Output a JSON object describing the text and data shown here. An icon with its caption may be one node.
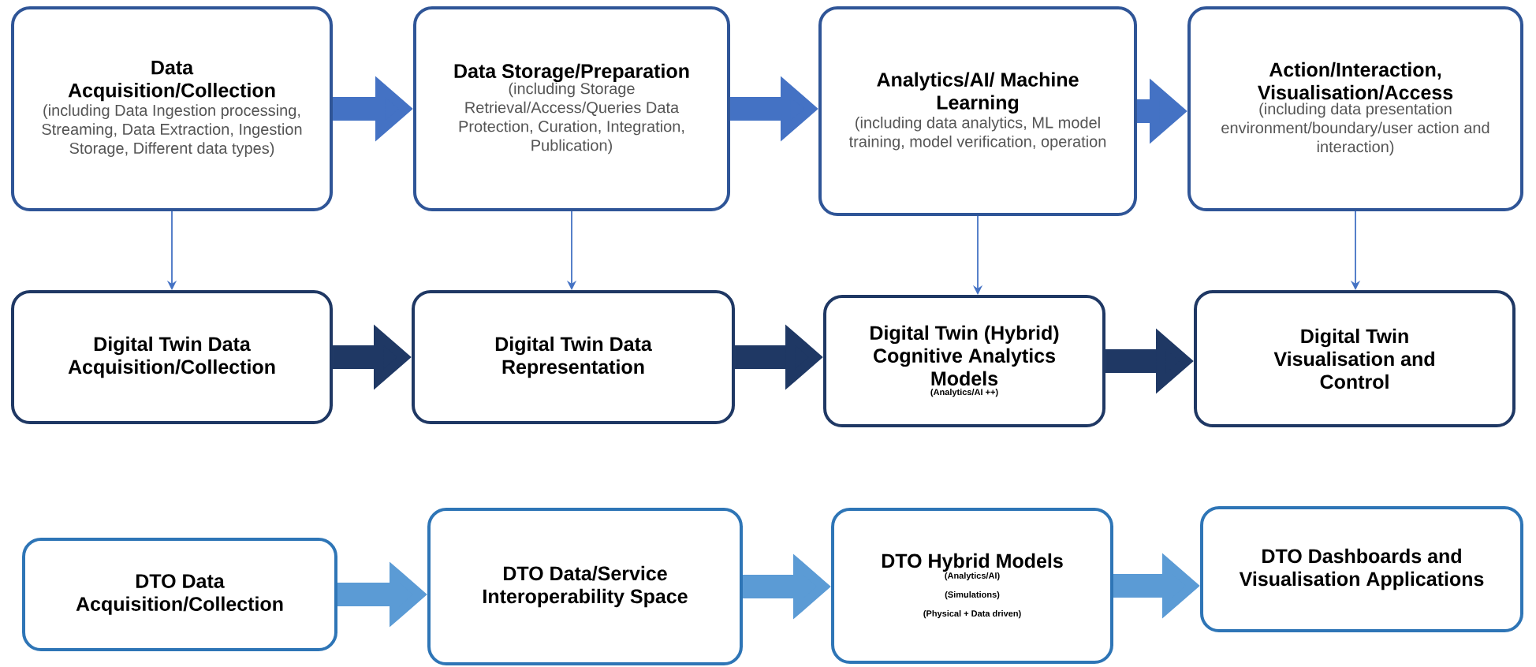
{
  "diagram": {
    "nodes": [
      {
        "text": [
          "Data Acquisition/Collection",
          "(including Data Ingestion processing, Streaming, Data Extraction, Ingestion Storage, Different data types)"
        ]
      },
      {
        "text": [
          "Data Storage/Preparation",
          "(including Storage Retrieval/Access/Queries Data Protection, Curation, Integration, Publication)"
        ]
      },
      {
        "text": [
          "Analytics/AI/ Machine Learning",
          "(including data analytics, ML model training, model verification, operation"
        ]
      },
      {
        "text": [
          "Action/Interaction, Visualisation/Access",
          "(including data presentation environment/boundary/user action and interaction)"
        ]
      },
      {
        "text": [
          "Digital Twin Data Acquisition/Collection"
        ]
      },
      {
        "text": [
          "Digital Twin Data Representation"
        ]
      },
      {
        "text": [
          "Digital Twin (Hybrid) Cognitive Analytics Models",
          "(Analytics/AI ++)"
        ]
      },
      {
        "text": [
          "Digital Twin Visualisation and Control"
        ]
      },
      {
        "text": [
          "DTO Data Acquisition/Collection"
        ]
      },
      {
        "text": [
          "DTO Data/Service Interoperability Space"
        ]
      },
      {
        "text": [
          "DTO Hybrid Models",
          "(Analytics/AI)",
          "(Simulations)",
          "(Physical + Data driven)"
        ]
      },
      {
        "text": [
          "DTO Dashboards and Visualisation Applications"
        ]
      }
    ],
    "edges": [
      {
        "from": 0,
        "to": 1,
        "arrow": "to",
        "color": "#4472c4"
      },
      {
        "from": 1,
        "to": 2,
        "arrow": "to",
        "color": "#4472c4"
      },
      {
        "from": 2,
        "to": 3,
        "arrow": "to",
        "color": "#4472c4"
      },
      {
        "from": 0,
        "to": 4,
        "arrow": "to",
        "color": "#4472c4"
      },
      {
        "from": 1,
        "to": 5,
        "arrow": "to",
        "color": "#4472c4"
      },
      {
        "from": 2,
        "to": 6,
        "arrow": "to",
        "color": "#4472c4"
      },
      {
        "from": 3,
        "to": 7,
        "arrow": "to",
        "color": "#4472c4"
      },
      {
        "from": 4,
        "to": 5,
        "arrow": "to",
        "color": "#1f3864"
      },
      {
        "from": 5,
        "to": 6,
        "arrow": "to",
        "color": "#1f3864"
      },
      {
        "from": 6,
        "to": 7,
        "arrow": "to",
        "color": "#1f3864"
      },
      {
        "from": 8,
        "to": 9,
        "arrow": "to",
        "color": "#5b9bd5"
      },
      {
        "from": 9,
        "to": 10,
        "arrow": "to",
        "color": "#5b9bd5"
      },
      {
        "from": 10,
        "to": 11,
        "arrow": "to",
        "color": "#5b9bd5"
      }
    ]
  }
}
